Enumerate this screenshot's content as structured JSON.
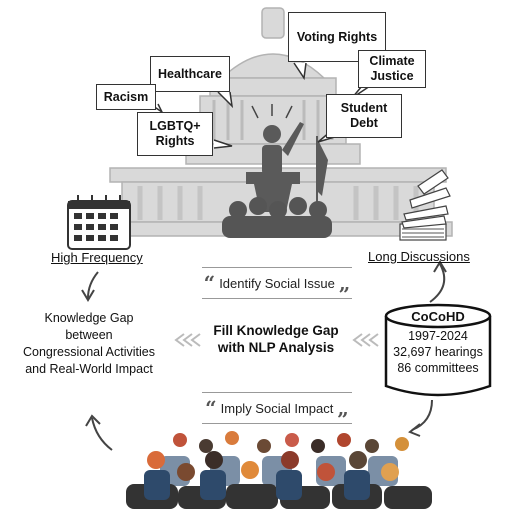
{
  "bubbles": {
    "voting": "Voting Rights",
    "healthcare": "Healthcare",
    "climate": "Climate Justice",
    "racism": "Racism",
    "lgbtq": "LGBTQ+ Rights",
    "student_debt": "Student Debt"
  },
  "labels": {
    "high_frequency": "High Frequency",
    "long_discussions": "Long Discussions"
  },
  "identify": "Identify Social Issue",
  "imply": "Imply Social Impact",
  "center": "Fill Knowledge Gap with NLP Analysis",
  "knowledge_gap": [
    "Knowledge Gap",
    "between",
    "Congressional Activities",
    "and Real-World Impact"
  ],
  "database": {
    "title": "CoCoHD",
    "years": "1997-2024",
    "hearings": "32,697 hearings",
    "committees": "86 committees"
  },
  "colors": {
    "capitol": "#cfcfcf",
    "capitol_dark": "#a8a8a8",
    "speaker": "#555555",
    "arrow": "#444444",
    "triple_arrow": "#bbbbbb"
  }
}
